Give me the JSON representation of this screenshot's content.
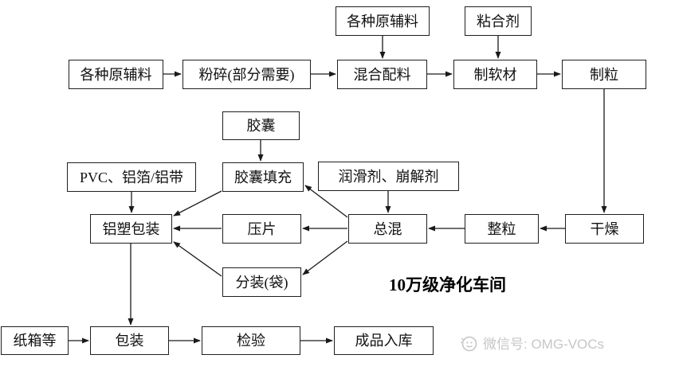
{
  "nodes": {
    "raw_top": {
      "label": "各种原辅料"
    },
    "binder": {
      "label": "粘合剂"
    },
    "raw_left": {
      "label": "各种原辅料"
    },
    "crush": {
      "label": "粉碎(部分需要)"
    },
    "mix": {
      "label": "混合配料"
    },
    "soft": {
      "label": "制软材"
    },
    "granulate": {
      "label": "制粒"
    },
    "capsule": {
      "label": "胶囊"
    },
    "pvc": {
      "label": "PVC、铝箔/铝带"
    },
    "capsule_fill": {
      "label": "胶囊填充"
    },
    "lubricant": {
      "label": "润滑剂、崩解剂"
    },
    "blister": {
      "label": "铝塑包装"
    },
    "tablet": {
      "label": "压片"
    },
    "total_mix": {
      "label": "总混"
    },
    "whole_grain": {
      "label": "整粒"
    },
    "dry": {
      "label": "干燥"
    },
    "bag": {
      "label": "分装(袋)"
    },
    "carton": {
      "label": "纸箱等"
    },
    "pack": {
      "label": "包装"
    },
    "inspect": {
      "label": "检验"
    },
    "storage": {
      "label": "成品入库"
    }
  },
  "annotations": {
    "workshop": "10万级净化车间",
    "watermark": "微信号: OMG-VOCs"
  },
  "edges": [
    {
      "from": "raw_top",
      "to": "mix"
    },
    {
      "from": "binder",
      "to": "soft"
    },
    {
      "from": "raw_left",
      "to": "crush"
    },
    {
      "from": "crush",
      "to": "mix"
    },
    {
      "from": "mix",
      "to": "soft"
    },
    {
      "from": "soft",
      "to": "granulate"
    },
    {
      "from": "granulate",
      "to": "dry"
    },
    {
      "from": "dry",
      "to": "whole_grain"
    },
    {
      "from": "whole_grain",
      "to": "total_mix"
    },
    {
      "from": "lubricant",
      "to": "total_mix"
    },
    {
      "from": "capsule",
      "to": "capsule_fill"
    },
    {
      "from": "total_mix",
      "to": "capsule_fill"
    },
    {
      "from": "total_mix",
      "to": "tablet"
    },
    {
      "from": "total_mix",
      "to": "bag"
    },
    {
      "from": "pvc",
      "to": "blister"
    },
    {
      "from": "capsule_fill",
      "to": "blister"
    },
    {
      "from": "tablet",
      "to": "blister"
    },
    {
      "from": "bag",
      "to": "blister"
    },
    {
      "from": "blister",
      "to": "pack"
    },
    {
      "from": "carton",
      "to": "pack"
    },
    {
      "from": "pack",
      "to": "inspect"
    },
    {
      "from": "inspect",
      "to": "storage"
    }
  ],
  "colors": {
    "box_border": "#1f1f1f",
    "text": "#111111",
    "arrow": "#1a1a1a",
    "watermark": "#c6c6c6",
    "background": "#ffffff"
  }
}
